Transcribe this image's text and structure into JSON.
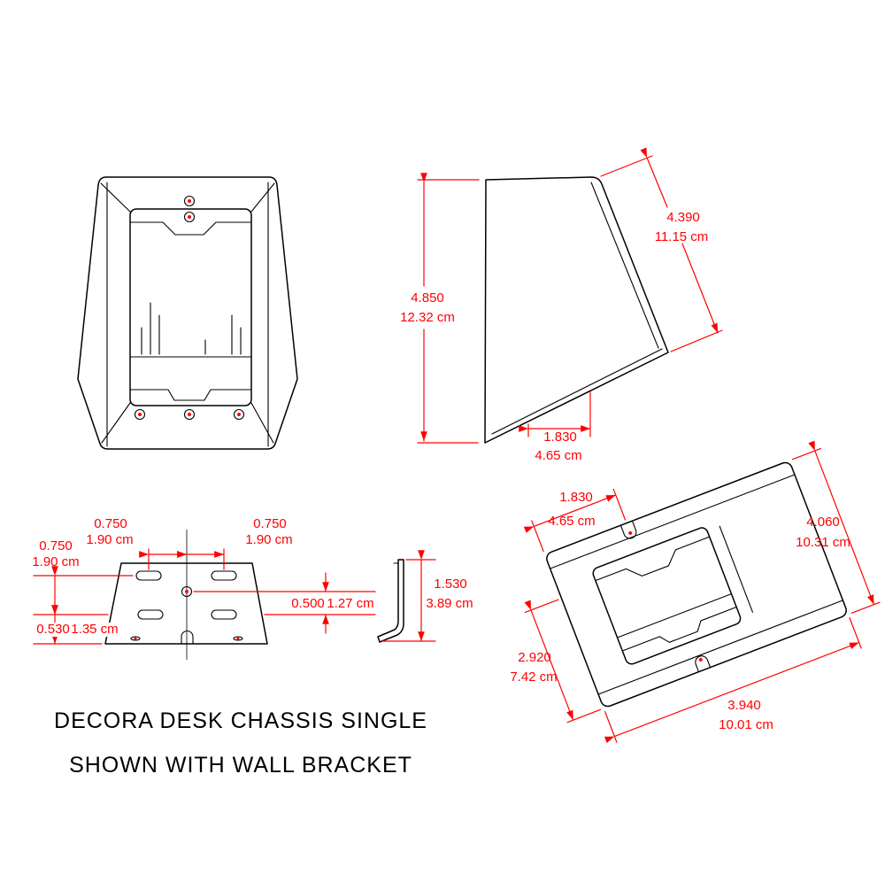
{
  "title": {
    "line1": "DECORA DESK CHASSIS SINGLE",
    "line2": "SHOWN WITH WALL BRACKET"
  },
  "colors": {
    "dimension": "#ff0000",
    "linework": "#000000",
    "background": "#ffffff"
  },
  "dimensions": {
    "side_view": {
      "height_in": "4.850",
      "height_cm": "12.32 cm",
      "slant_in": "4.390",
      "slant_cm": "11.15 cm",
      "base_in": "1.830",
      "base_cm": "4.65 cm"
    },
    "wall_bracket_front": {
      "left_slot_offset_in": "0.750",
      "left_slot_offset_cm": "1.90 cm",
      "right_slot_offset_in": "0.750",
      "right_slot_offset_cm": "1.90 cm",
      "row_spacing_in": "0.750",
      "row_spacing_cm": "1.90 cm",
      "hole_offset_in": "0.500",
      "hole_offset_cm": "1.27 cm",
      "bottom_margin_in": "0.530",
      "bottom_margin_cm": "1.35 cm"
    },
    "wall_bracket_profile": {
      "height_in": "1.530",
      "height_cm": "3.89 cm"
    },
    "tilted_view": {
      "notch_offset_in": "1.830",
      "notch_offset_cm": "4.65 cm",
      "side_in": "4.060",
      "side_cm": "10.31 cm",
      "depth_in": "2.920",
      "depth_cm": "7.42 cm",
      "width_in": "3.940",
      "width_cm": "10.01 cm"
    }
  }
}
